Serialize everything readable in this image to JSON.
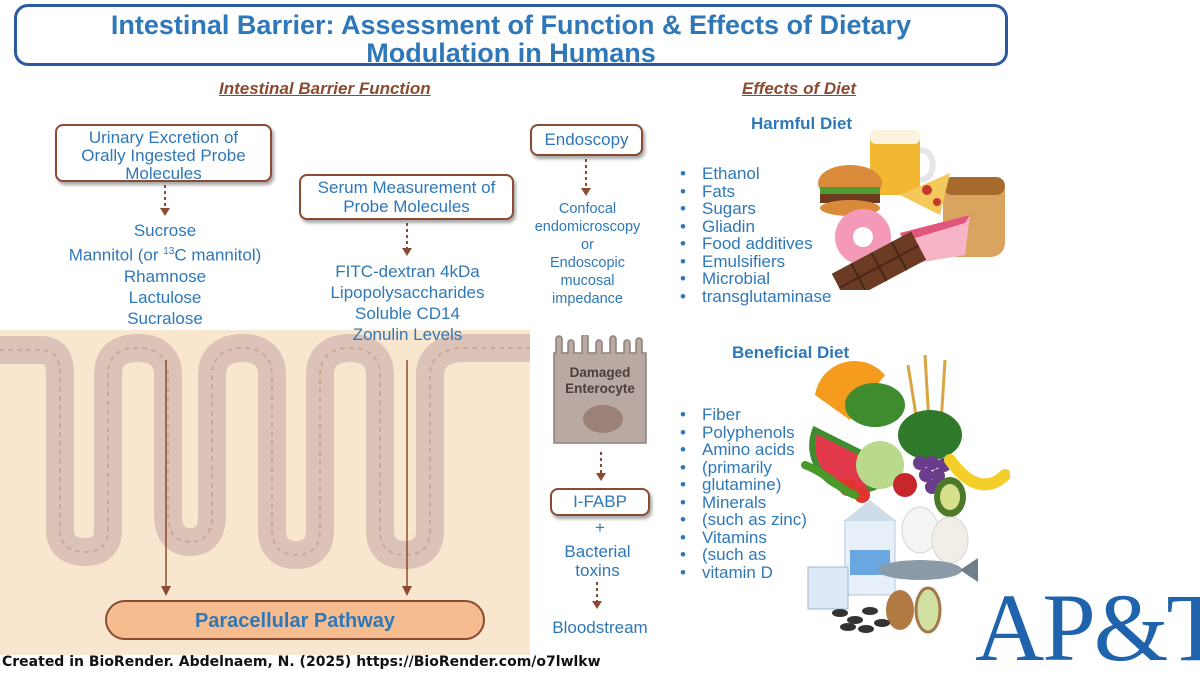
{
  "title": {
    "line1": "Intestinal Barrier: Assessment of Function & Effects of Dietary",
    "line2": "Modulation in Humans"
  },
  "left_section": {
    "heading": "Intestinal Barrier Function",
    "urinary_box": [
      "Urinary Excretion of",
      "Orally Ingested Probe",
      "Molecules"
    ],
    "urinary_items": [
      "Sucrose",
      "Mannitol (or ",
      "13",
      "C mannitol)",
      "Rhamnose",
      "Lactulose",
      "Sucralose"
    ],
    "serum_box": [
      "Serum Measurement of",
      "Probe Molecules"
    ],
    "serum_items": [
      "FITC-dextran 4kDa",
      "Lipopolysaccharides",
      "Soluble CD14",
      "Zonulin Levels"
    ],
    "pathway": "Paracellular Pathway"
  },
  "middle_section": {
    "endoscopy_box": "Endoscopy",
    "endoscopy_items": [
      "Confocal",
      "endomicroscopy",
      "or",
      "Endoscopic",
      "mucosal",
      "impedance"
    ],
    "cell_label": [
      "Damaged",
      "Enterocyte"
    ],
    "ifabp_box": "I-FABP",
    "plus": "+",
    "toxins": [
      "Bacterial",
      "toxins"
    ],
    "bloodstream": "Bloodstream"
  },
  "right_section": {
    "heading": "Effects of Diet",
    "harmful_title": "Harmful Diet",
    "harmful_items": [
      "Ethanol",
      "Fats",
      "Sugars",
      "Gliadin",
      "Food additives",
      "Emulsifiers",
      "Microbial",
      "transglutaminase"
    ],
    "beneficial_title": "Beneficial Diet",
    "beneficial_items": [
      "Fiber",
      "Polyphenols",
      "Amino acids",
      "(primarily",
      "glutamine)",
      "Minerals",
      "(such as zinc)",
      "Vitamins",
      "(such as",
      "vitamin D"
    ]
  },
  "credit": "Created in BioRender. Abdelnaem, N. (2025) https://BioRender.com/o7lwlkw",
  "logo": "AP&T",
  "colors": {
    "title_blue": "#2e78b9",
    "box_border_brown": "#8a4b32",
    "tissue_beige": "#f9e6cf",
    "villus_pink": "#e8cfc5",
    "pathway_orange": "#f5bd8f",
    "cell_gray": "#b8a9a3",
    "logo_blue": "#1f63ad"
  }
}
